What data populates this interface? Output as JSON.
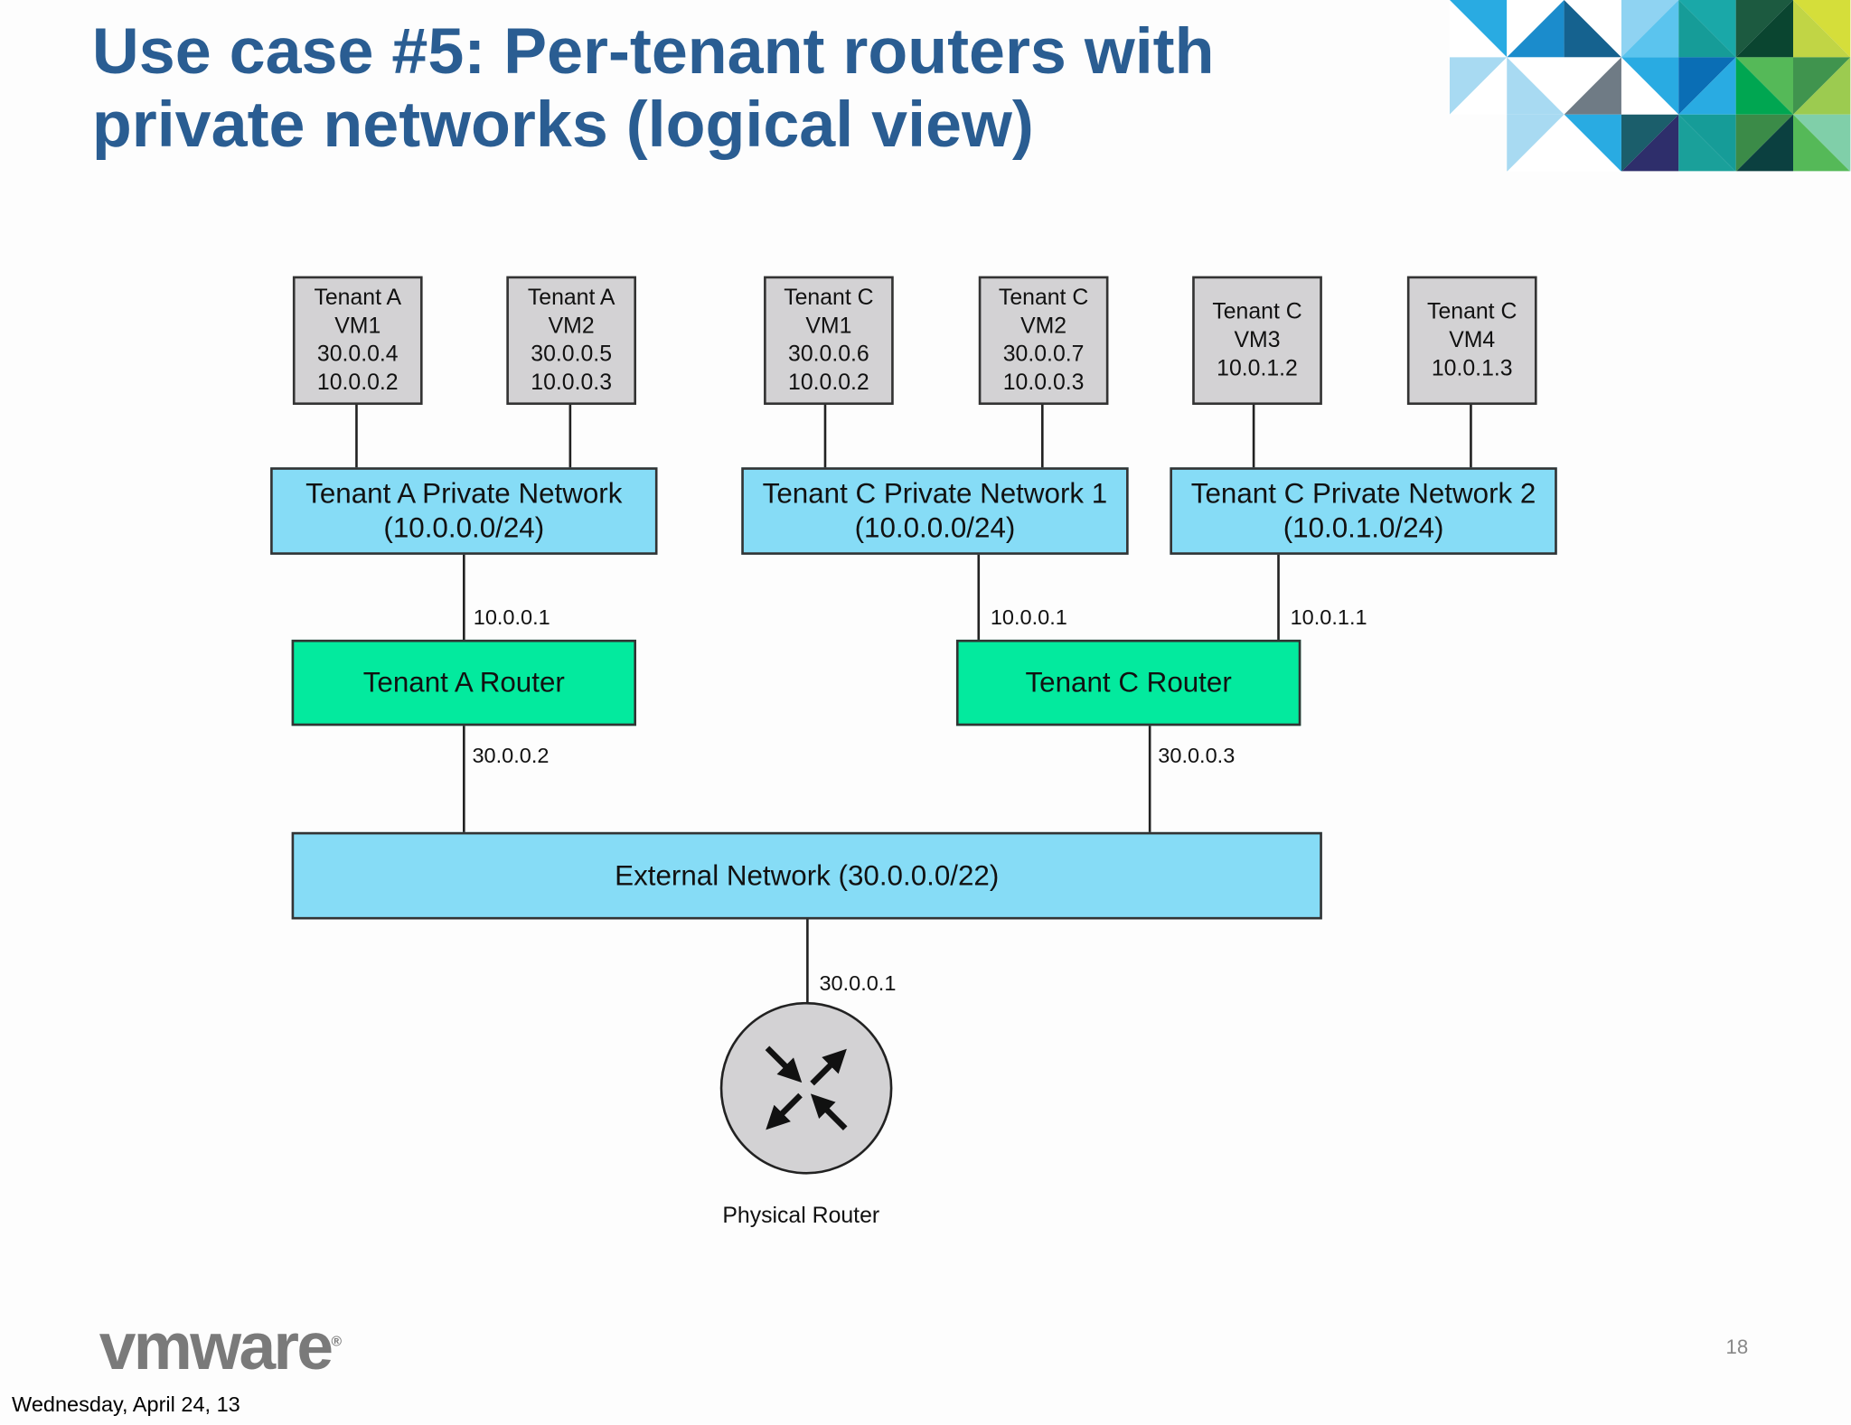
{
  "slide": {
    "title_line1": "Use case #5: Per-tenant routers with",
    "title_line2": "private networks (logical view)",
    "logo_text": "vmware",
    "page_number": "18",
    "date": "Wednesday, April 24, 13"
  },
  "vms": [
    {
      "l1": "Tenant A",
      "l2": "VM1",
      "l3": "30.0.0.4",
      "l4": "10.0.0.2"
    },
    {
      "l1": "Tenant A",
      "l2": "VM2",
      "l3": "30.0.0.5",
      "l4": "10.0.0.3"
    },
    {
      "l1": "Tenant C",
      "l2": "VM1",
      "l3": "30.0.0.6",
      "l4": "10.0.0.2"
    },
    {
      "l1": "Tenant C",
      "l2": "VM2",
      "l3": "30.0.0.7",
      "l4": "10.0.0.3"
    },
    {
      "l1": "Tenant C",
      "l2": "VM3",
      "l3": "10.0.1.2"
    },
    {
      "l1": "Tenant C",
      "l2": "VM4",
      "l3": "10.0.1.3"
    }
  ],
  "networks": [
    {
      "name": "Tenant A Private Network",
      "cidr": "(10.0.0.0/24)"
    },
    {
      "name": "Tenant C Private Network 1",
      "cidr": "(10.0.0.0/24)"
    },
    {
      "name": "Tenant C Private Network 2",
      "cidr": "(10.0.1.0/24)"
    }
  ],
  "routers": [
    "Tenant A Router",
    "Tenant C Router"
  ],
  "external_network": "External Network (30.0.0.0/22)",
  "physical_router": "Physical Router",
  "ips": {
    "a_inner": "10.0.0.1",
    "c_inner1": "10.0.0.1",
    "c_inner2": "10.0.1.1",
    "a_outer": "30.0.0.2",
    "c_outer": "30.0.0.3",
    "physical": "30.0.0.1"
  }
}
